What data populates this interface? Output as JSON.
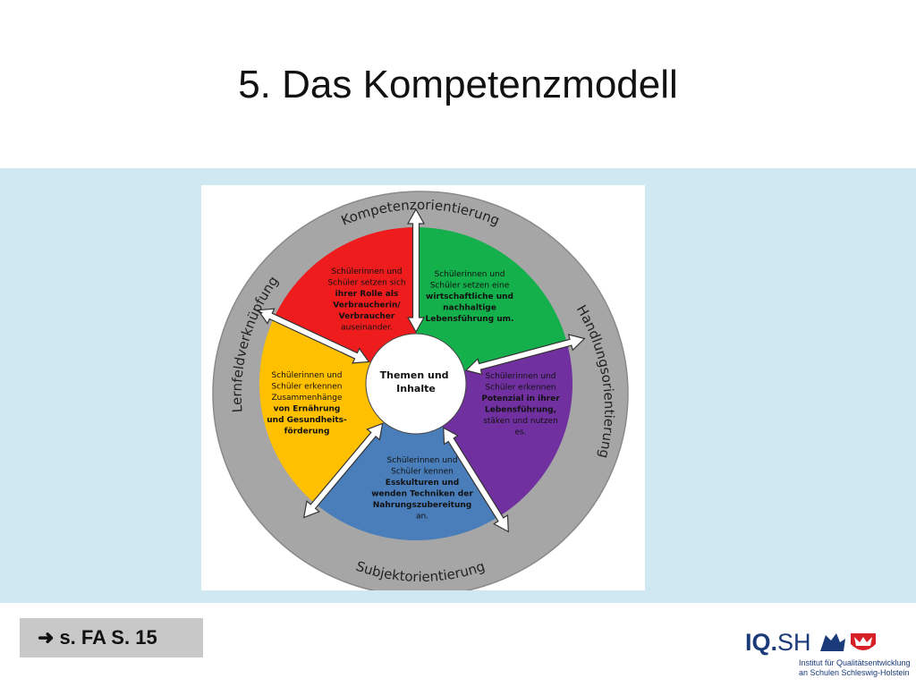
{
  "slide": {
    "title": "5. Das Kompetenzmodell",
    "reference": {
      "icon": "right-arrow-icon",
      "text": "s. FA S. 15"
    }
  },
  "diagram": {
    "center_text": [
      "Themen und",
      "Inhalte"
    ],
    "ring_labels": {
      "top": "Kompetenzorientierung",
      "bottom": "Subjektorientierung",
      "left": "Lernfeldverknüpfung",
      "right": "Handlungsorientierung"
    },
    "segments": [
      {
        "key": "red",
        "color": "#ee1c1c",
        "lines": [
          "Schülerinnen und",
          "Schüler setzen sich",
          "ihrer Rolle als",
          "Verbraucherin/",
          "Verbraucher",
          "auseinander."
        ]
      },
      {
        "key": "green",
        "color": "#13b04b",
        "lines": [
          "Schülerinnen und",
          "Schüler setzen eine",
          "wirtschaftliche und",
          "nachhaltige",
          "Lebensführung um."
        ]
      },
      {
        "key": "purple",
        "color": "#7030a0",
        "lines": [
          "Schülerinnen und",
          "Schüler erkennen",
          "Potenzial in ihrer",
          "Lebensführung,",
          "stäken und nutzen",
          "es."
        ]
      },
      {
        "key": "blue",
        "color": "#4a7ebb",
        "lines": [
          "Schülerinnen und",
          "Schüler kennen",
          "Esskulturen und",
          "wenden Techniken der",
          "Nahrungszubereitung",
          "an."
        ]
      },
      {
        "key": "yellow",
        "color": "#ffc000",
        "lines": [
          "Schülerinnen und",
          "Schüler erkennen",
          "Zusammenhänge",
          "von Ernährung",
          "und Gesundheits-",
          "förderung"
        ]
      }
    ],
    "colors": {
      "ring": "#a6a6a6",
      "arrow_fill": "#ffffff",
      "arrow_stroke": "#333333"
    }
  },
  "logo": {
    "brand_iq": "IQ.",
    "brand_sh": "SH",
    "tagline_1": "Institut für Qualitätsentwicklung",
    "tagline_2": "an Schulen Schleswig-Holstein"
  }
}
